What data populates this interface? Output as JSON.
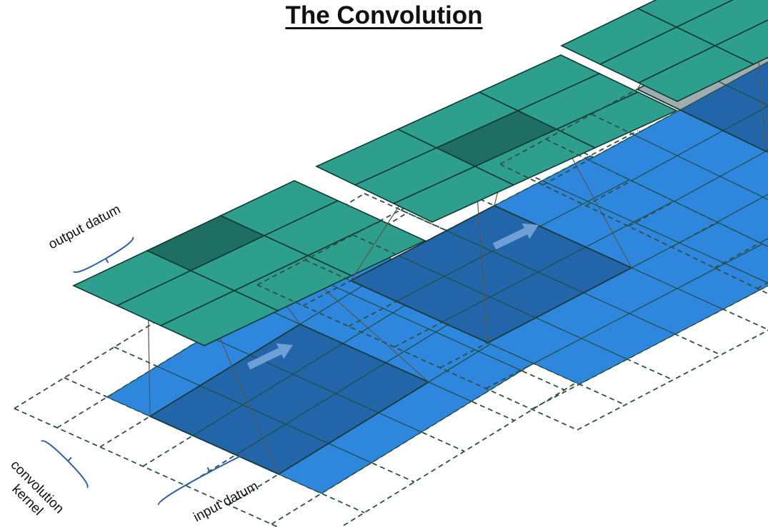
{
  "title": "The Convolution",
  "labels": {
    "output_datum": "output datum",
    "input_datum": "input datum",
    "kernel_line1": "convolution",
    "kernel_line2": "kernel"
  },
  "colors": {
    "input_cell": "#2f86dd",
    "input_cell_active": "#2265a8",
    "kernel_cell": "#9aa9ab",
    "output_cell": "#2f9f8d",
    "output_cell_active": "#1f6e63",
    "grid_line": "#1d4f46",
    "padding_dash": "#2f4f49",
    "arrow": "#6f9fd6",
    "brace": "#2e5fa8"
  }
}
